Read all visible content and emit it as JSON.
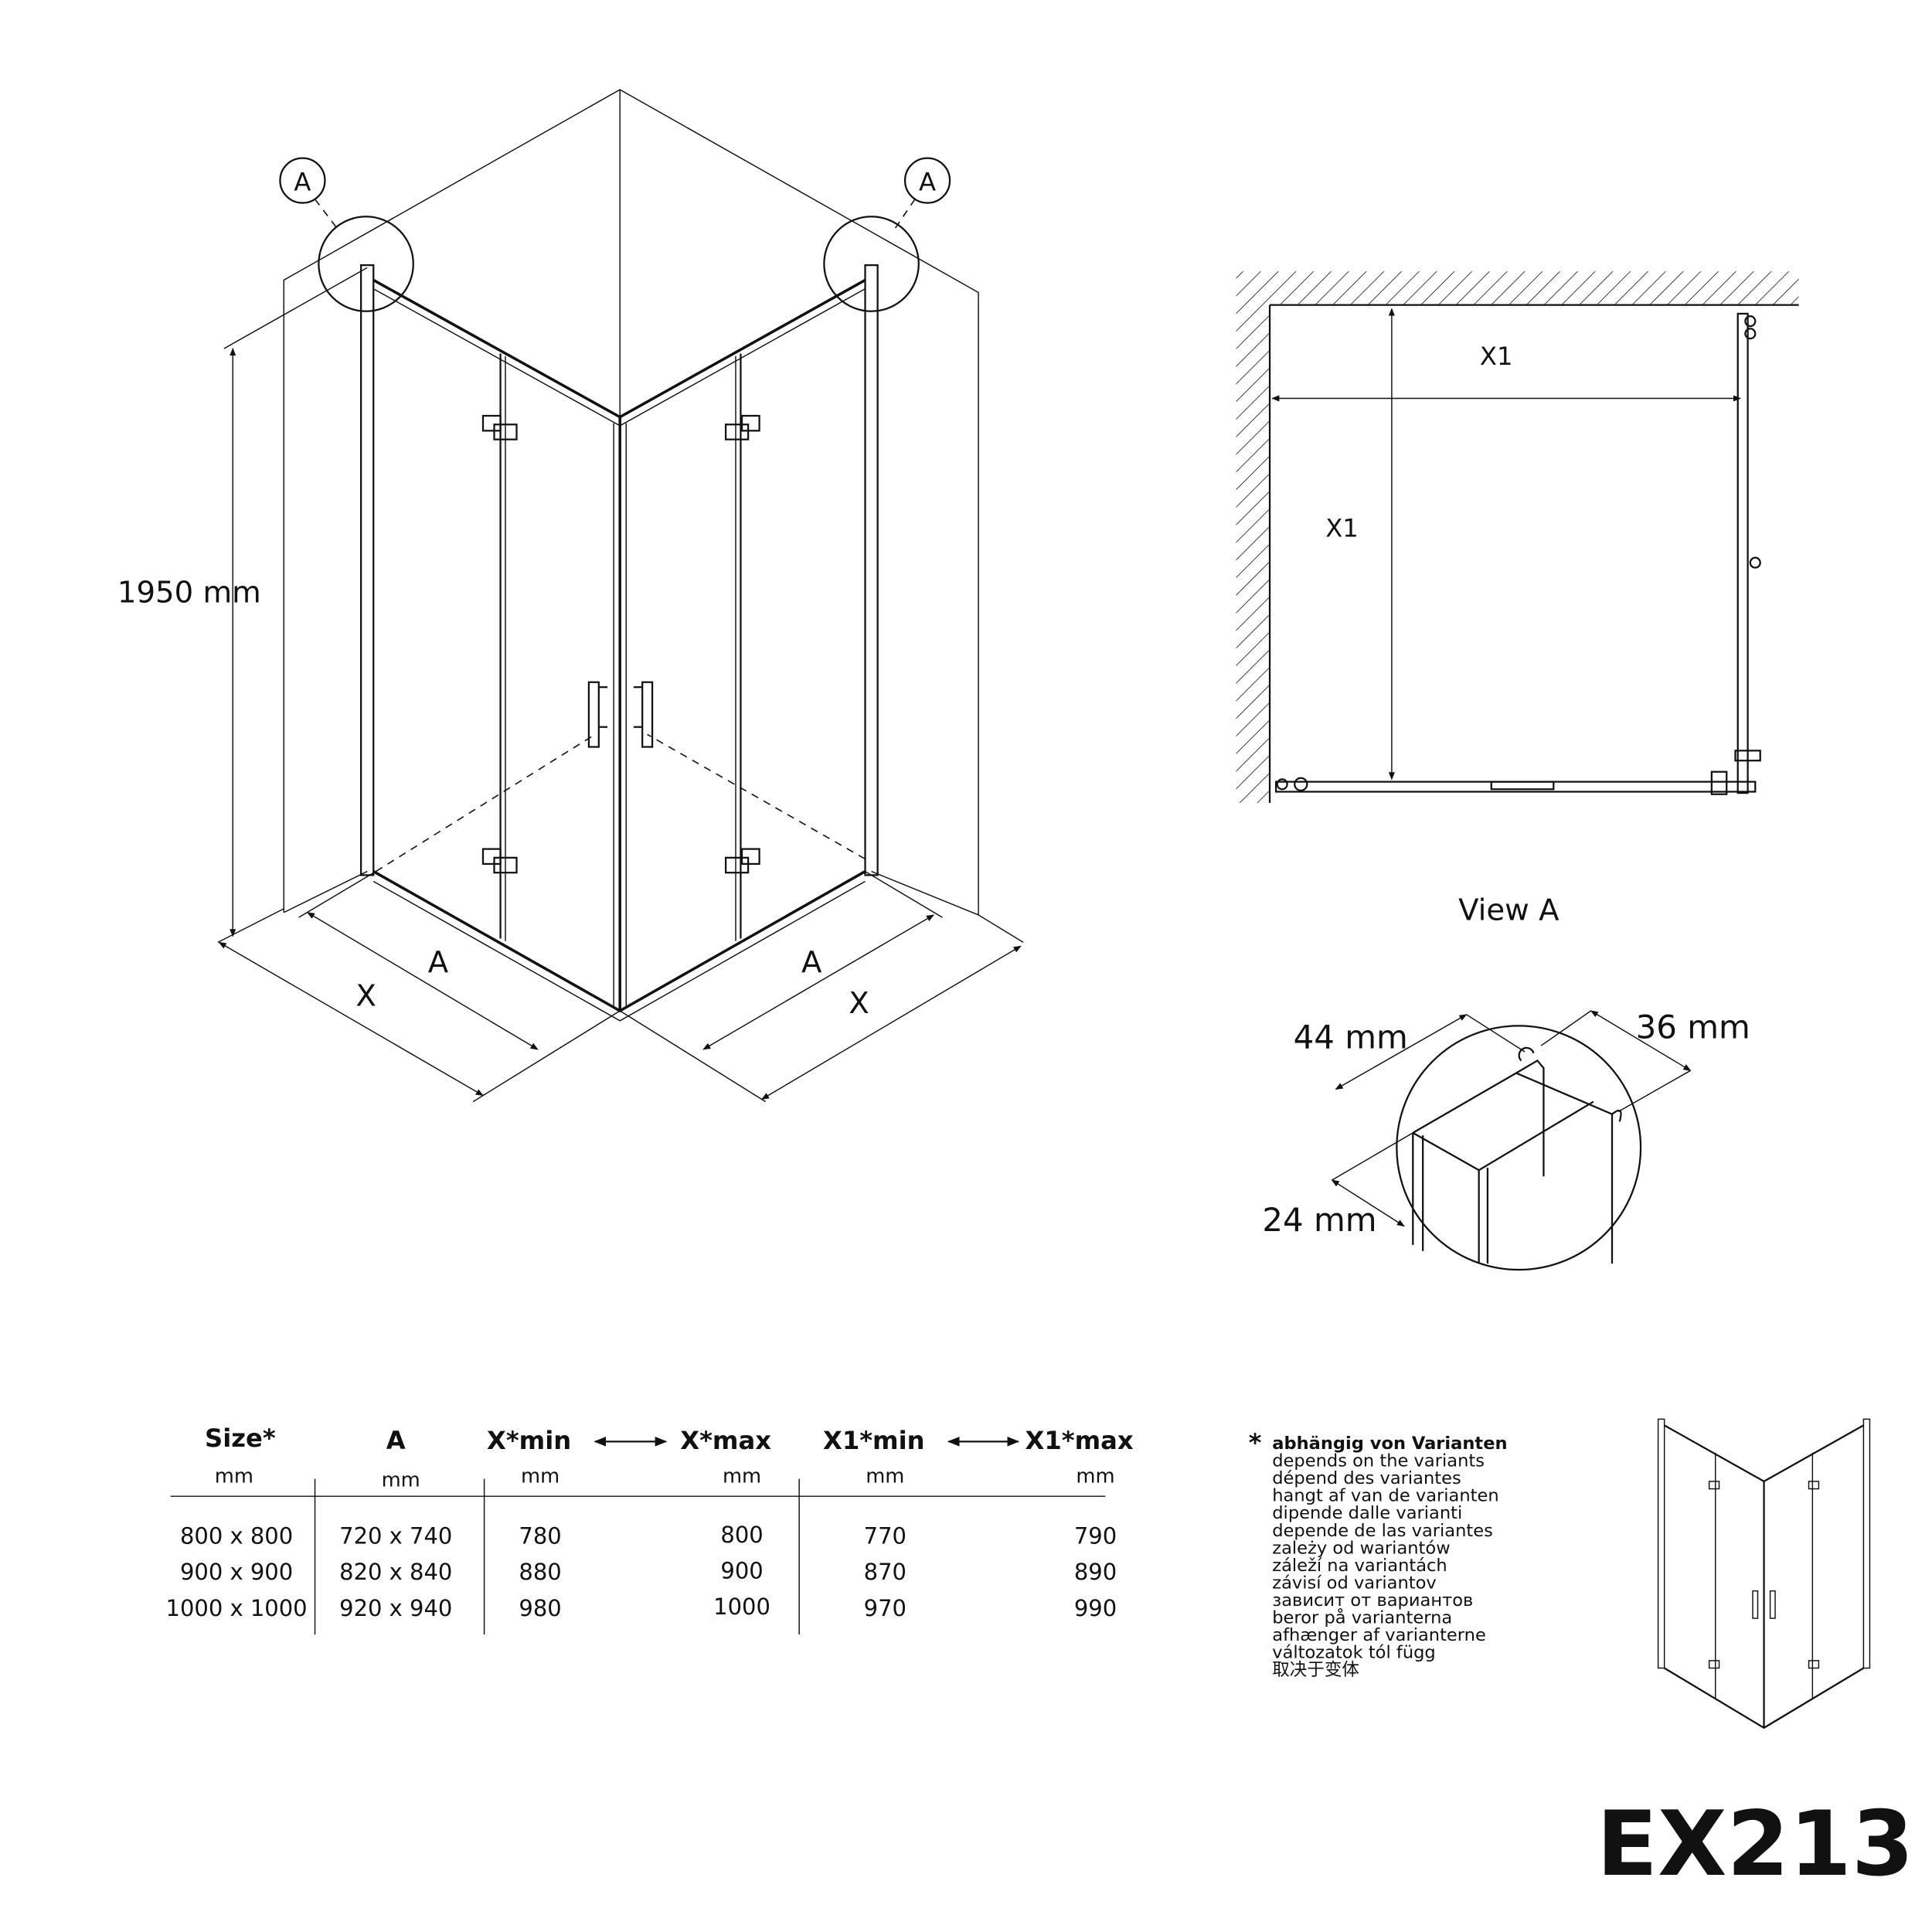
{
  "main_drawing": {
    "height_label": "1950 mm",
    "detail_marker": "A",
    "dim_a": "A",
    "dim_x": "X"
  },
  "view_a": {
    "title": "View A",
    "dim_x1_horizontal": "X1",
    "dim_x1_vertical": "X1"
  },
  "profile_detail": {
    "dim_44": "44 mm",
    "dim_36": "36 mm",
    "dim_24": "24 mm"
  },
  "table": {
    "headers": [
      "Size*",
      "A",
      "X*min",
      "X*max",
      "X1*min",
      "X1*max"
    ],
    "units": [
      "mm",
      "mm",
      "mm",
      "mm",
      "mm",
      "mm"
    ],
    "rows": [
      [
        "800 x 800",
        "720 x 740",
        "780",
        "800",
        "770",
        "790"
      ],
      [
        "900 x 900",
        "820 x 840",
        "880",
        "900",
        "870",
        "890"
      ],
      [
        "1000 x 1000",
        "920 x 940",
        "980",
        "1000",
        "970",
        "990"
      ]
    ]
  },
  "note": {
    "asterisk": "*",
    "lines": [
      "abhängig von Varianten",
      "depends on the variants",
      "dépend des variantes",
      "hangt af van de varianten",
      "dipende dalle varianti",
      "depende de las variantes",
      "zależy od wariantów",
      "záleží na variantách",
      "závisí od variantov",
      "зависит от вариантов",
      "beror på varianterna",
      "afhænger af varianterne",
      "változatok tól függ",
      "取决于变体"
    ]
  },
  "model_code": "EX213"
}
